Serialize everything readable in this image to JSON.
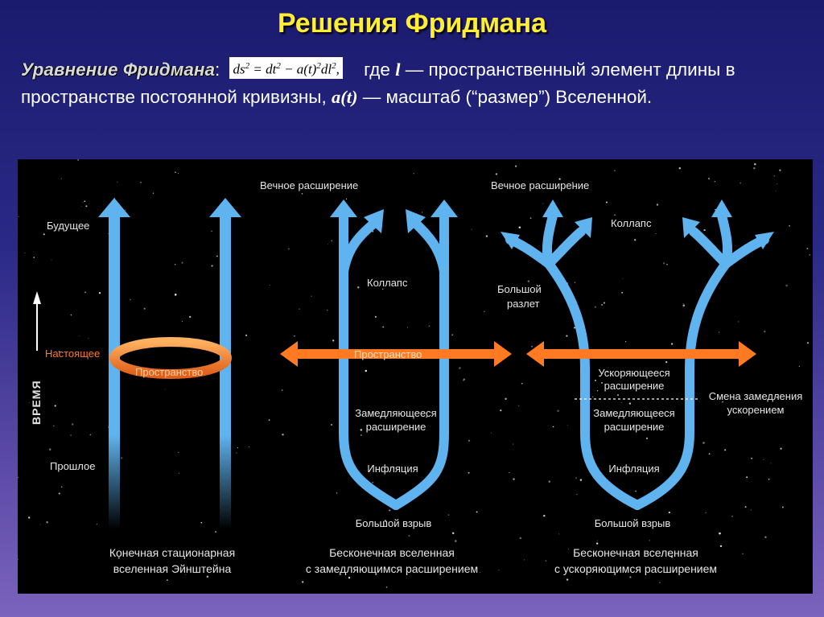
{
  "title": "Решения Фридмана",
  "intro": {
    "lead": "Уравнение Фридмана",
    "colon": ":",
    "formula": {
      "ds": "ds",
      "eq": " = dt",
      "minus": " − a(t)",
      "dl": "dl",
      "exp": "2",
      "comma": ","
    },
    "text_1": "где",
    "l_symbol": "l",
    "text_2": "— пространственный элемент длины в пространстве постоянной кривизны,",
    "a_symbol": "a(t)",
    "text_3": "— масштаб (“размер”) Вселенной."
  },
  "diagram": {
    "axis": {
      "future": "Будущее",
      "present": "Настоящее",
      "past": "Прошлое",
      "time": "ВРЕМЯ"
    },
    "left": {
      "space": "Пространство",
      "caption_1": "Конечная стационарная",
      "caption_2": "вселенная Эйнштейна"
    },
    "middle": {
      "eternal": "Вечное расширение",
      "collapse": "Коллапс",
      "space": "Пространство",
      "decel_1": "Замедляющееся",
      "decel_2": "расширение",
      "inflation": "Инфляция",
      "big_bang": "Большой взрыв",
      "caption_1": "Бесконечная вселенная",
      "caption_2": "с замедляющимся расширением"
    },
    "right": {
      "eternal": "Вечное расширение",
      "collapse": "Коллапс",
      "rip_1": "Большой",
      "rip_2": "разлет",
      "accel_1": "Ускоряющееся",
      "accel_2": "расширение",
      "change_1": "Смена замедления",
      "change_2": "ускорением",
      "decel_1": "Замедляющееся",
      "decel_2": "расширение",
      "inflation": "Инфляция",
      "big_bang": "Большой взрыв",
      "caption_1": "Бесконечная вселенная",
      "caption_2": "с ускоряющимся расширением"
    }
  },
  "colors": {
    "title": "#ffee33",
    "branch": "#5fb4f0",
    "space_arrow": "#ff7a22",
    "panel": "#000000"
  }
}
